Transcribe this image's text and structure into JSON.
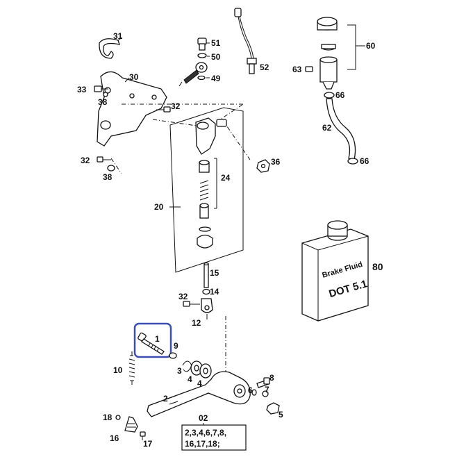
{
  "callouts": {
    "c31": "31",
    "c51": "51",
    "c50": "50",
    "c49": "49",
    "c52": "52",
    "c30": "30",
    "c33": "33",
    "c38a": "38",
    "c32a": "32",
    "c60": "60",
    "c63": "63",
    "c66a": "66",
    "c62": "62",
    "c66b": "66",
    "c36": "36",
    "c32b": "32",
    "c38b": "38",
    "c24": "24",
    "c20": "20",
    "c15": "15",
    "c14": "14",
    "c32c": "32",
    "c12": "12",
    "c1": "1",
    "c9": "9",
    "c10": "10",
    "c3": "3",
    "c4a": "4",
    "c4b": "4",
    "c8": "8",
    "c6": "6",
    "c7": "7",
    "c5": "5",
    "c2": "2",
    "c18": "18",
    "c16": "16",
    "c17": "17",
    "c02": "02",
    "c80": "80"
  },
  "jug": {
    "line1": "Brake Fluid",
    "line2": "DOT 5.1"
  },
  "kit_box": {
    "line1": "2,3,4,6,7,8,",
    "line2": "16,17,18;"
  },
  "highlight_color": "#3a4db0"
}
